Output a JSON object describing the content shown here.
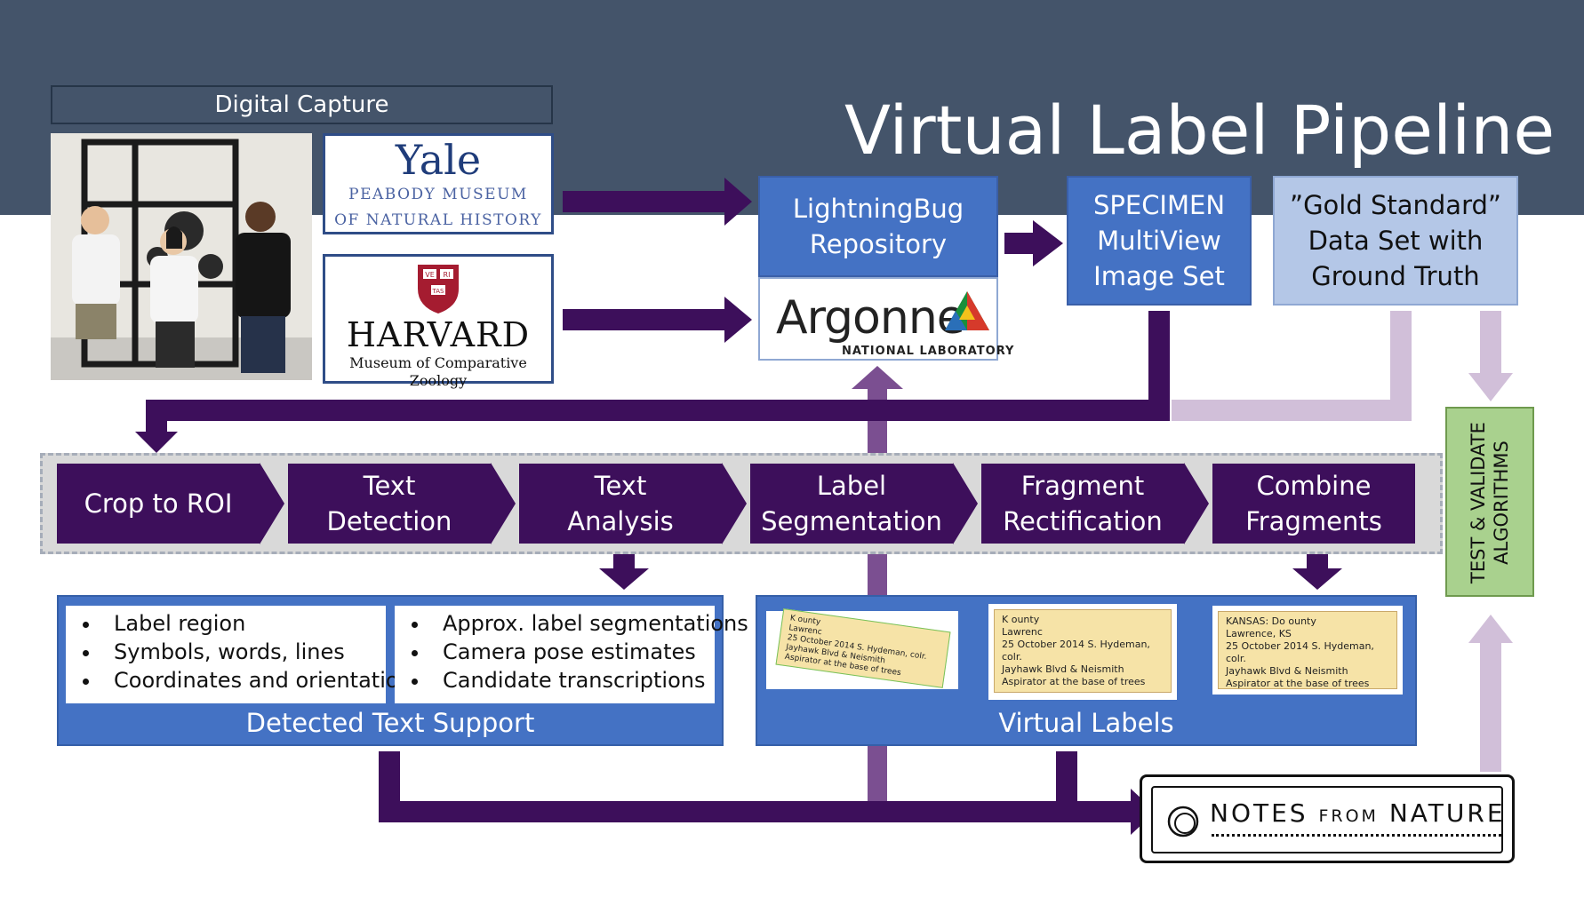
{
  "title": "Virtual Label Pipeline",
  "digital_capture": {
    "title": "Digital Capture",
    "yale": {
      "name": "Yale",
      "line1": "PEABODY MUSEUM",
      "line2": "OF NATURAL HISTORY"
    },
    "harvard": {
      "shield": [
        "VE",
        "RI",
        "TAS"
      ],
      "name": "HARVARD",
      "sub": "Museum of Comparative Zoology"
    }
  },
  "repository": {
    "line1": "LightningBug",
    "line2": "Repository",
    "argonne_name": "Argonne",
    "argonne_sub": "NATIONAL LABORATORY"
  },
  "specimen": {
    "lines": [
      "SPECIMEN",
      "MultiView",
      "Image Set"
    ]
  },
  "gold_standard": {
    "lines": [
      "”Gold Standard”",
      "Data Set with",
      "Ground Truth"
    ]
  },
  "pipeline_steps": [
    {
      "line1": "Crop to ROI",
      "line2": ""
    },
    {
      "line1": "Text",
      "line2": "Detection"
    },
    {
      "line1": "Text",
      "line2": "Analysis"
    },
    {
      "line1": "Label",
      "line2": "Segmentation"
    },
    {
      "line1": "Fragment",
      "line2": "Rectification"
    },
    {
      "line1": "Combine",
      "line2": "Fragments"
    }
  ],
  "detected_text_support": {
    "caption": "Detected Text Support",
    "left_bullets": [
      "Label region",
      "Symbols, words, lines",
      "Coordinates and orientation"
    ],
    "right_bullets": [
      "Approx. label segmentations",
      "Camera pose estimates",
      "Candidate transcriptions"
    ]
  },
  "virtual_labels": {
    "caption": "Virtual Labels",
    "labels": [
      {
        "lines": [
          "K            ounty",
          "Lawrenc",
          "25 October 2014 S. Hydeman, colr.",
          "Jayhawk Blvd & Neismith",
          "Aspirator at the base of trees"
        ]
      },
      {
        "lines": [
          "K                  ounty",
          "Lawrenc",
          "25 October 2014 S. Hydeman, colr.",
          "Jayhawk Blvd & Neismith",
          "Aspirator at the base of trees"
        ]
      },
      {
        "lines": [
          "KANSAS: Do      ounty",
          "Lawrence, KS",
          "25 October 2014 S. Hydeman, colr.",
          "Jayhawk Blvd & Neismith",
          "Aspirator at the base of trees"
        ]
      }
    ]
  },
  "test_validate": {
    "line1": "TEST & VALIDATE",
    "line2": "ALGORITHMS"
  },
  "notes_from_nature": {
    "part1": "NOTES",
    "part2": "FROM",
    "part3": "NATURE"
  },
  "colors": {
    "header_band": "#44546a",
    "pipeline_purple": "#3d0f5b",
    "box_blue": "#4472c4",
    "box_light_blue": "#b4c7e7",
    "arrow_light_purple": "#d1bfd9",
    "arrow_mid_purple": "#7b4f91",
    "test_green": "#a9d18e"
  }
}
